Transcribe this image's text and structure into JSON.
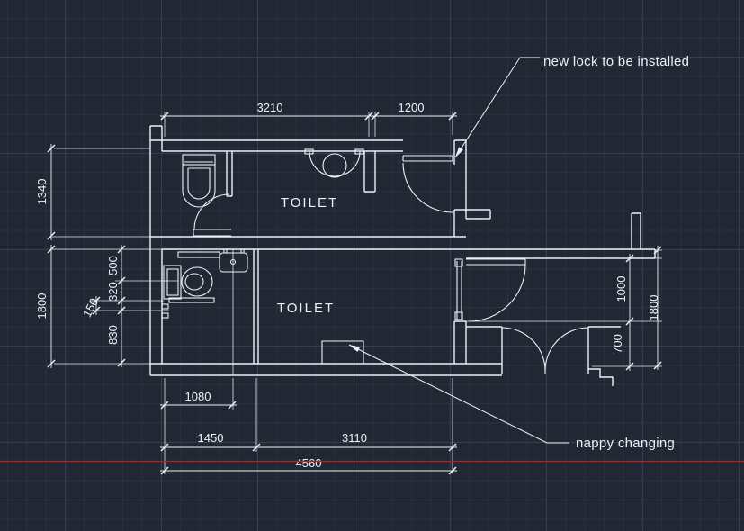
{
  "canvas": {
    "type": "cad-drawing-viewport",
    "colors": {
      "background": "#222734",
      "grid_minor": "#2a3142",
      "grid_major": "#353d52",
      "line": "#edf0f6",
      "red_reference_line": "#8a3338"
    }
  },
  "rooms": {
    "toilet_top_label": "TOILET",
    "toilet_bottom_label": "TOILET"
  },
  "annotations": {
    "new_lock": "new lock to be installed",
    "nappy_changing": "nappy changing"
  },
  "dimensions": {
    "top_width": "3210",
    "entrance_width": "1200",
    "top_room_height": "1340",
    "left_room_height": "1800",
    "offset_500": "500",
    "offset_320": "320",
    "offset_150": "150",
    "offset_830": "830",
    "cubicle_width": "1080",
    "left_bay_width": "1450",
    "main_room_width": "3110",
    "total_width": "4560",
    "right_top_height": "1000",
    "right_bottom_height": "700",
    "right_total_height": "1800"
  }
}
